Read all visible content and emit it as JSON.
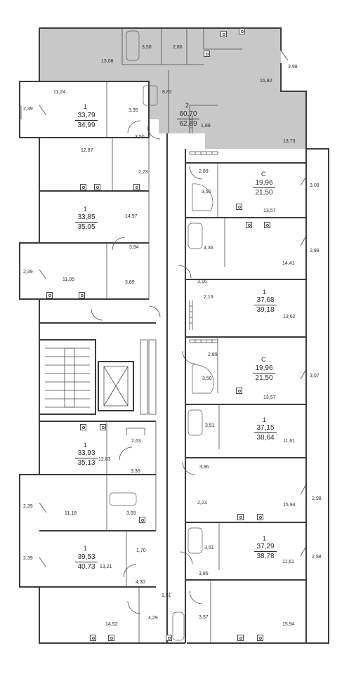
{
  "plan": {
    "apartments": [
      {
        "rooms": "2",
        "area_living": "60,70",
        "area_total": "62,69"
      },
      {
        "rooms": "1",
        "area_living": "33,79",
        "area_total": "34,99"
      },
      {
        "rooms": "1",
        "area_living": "33,85",
        "area_total": "35,05"
      },
      {
        "rooms": "1",
        "area_living": "33,93",
        "area_total": "35,13"
      },
      {
        "rooms": "1",
        "area_living": "39,53",
        "area_total": "40,73"
      },
      {
        "rooms": "С",
        "area_living": "19,96",
        "area_total": "21,50"
      },
      {
        "rooms": "1",
        "area_living": "37,68",
        "area_total": "39,18"
      },
      {
        "rooms": "С",
        "area_living": "19,96",
        "area_total": "21,50"
      },
      {
        "rooms": "1",
        "area_living": "37,15",
        "area_total": "38,64"
      },
      {
        "rooms": "1",
        "area_living": "37,29",
        "area_total": "38,78"
      }
    ],
    "room_areas": [
      "3,50",
      "2,86",
      "13,08",
      "3,98",
      "16,82",
      "8,82",
      "1,89",
      "13,73",
      "11,24",
      "2,39",
      "3,95",
      "3,50",
      "12,87",
      "2,23",
      "14,97",
      "3,94",
      "2,39",
      "11,05",
      "3,89",
      "2,63",
      "12,83",
      "3,36",
      "2,39",
      "11,18",
      "3,93",
      "1,70",
      "2,39",
      "13,21",
      "4,30",
      "1,51",
      "4,29",
      "14,52",
      "2,89",
      "3,50",
      "3,08",
      "13,57",
      "4,36",
      "2,99",
      "14,41",
      "3,16",
      "2,13",
      "13,62",
      "2,89",
      "3,50",
      "3,07",
      "13,57",
      "3,51",
      "11,61",
      "3,86",
      "2,23",
      "15,94",
      "2,98",
      "3,51",
      "3,86",
      "11,61",
      "2,98",
      "3,37",
      "15,94"
    ],
    "fixture_icons": [
      "bathtub-icon",
      "shower-icon",
      "toilet-icon",
      "sink-icon",
      "stove-icon",
      "kitchen-sink-icon",
      "washer-icon"
    ],
    "colors": {
      "highlight": "#c8c8c8",
      "wall": "#3b3b3b"
    }
  }
}
